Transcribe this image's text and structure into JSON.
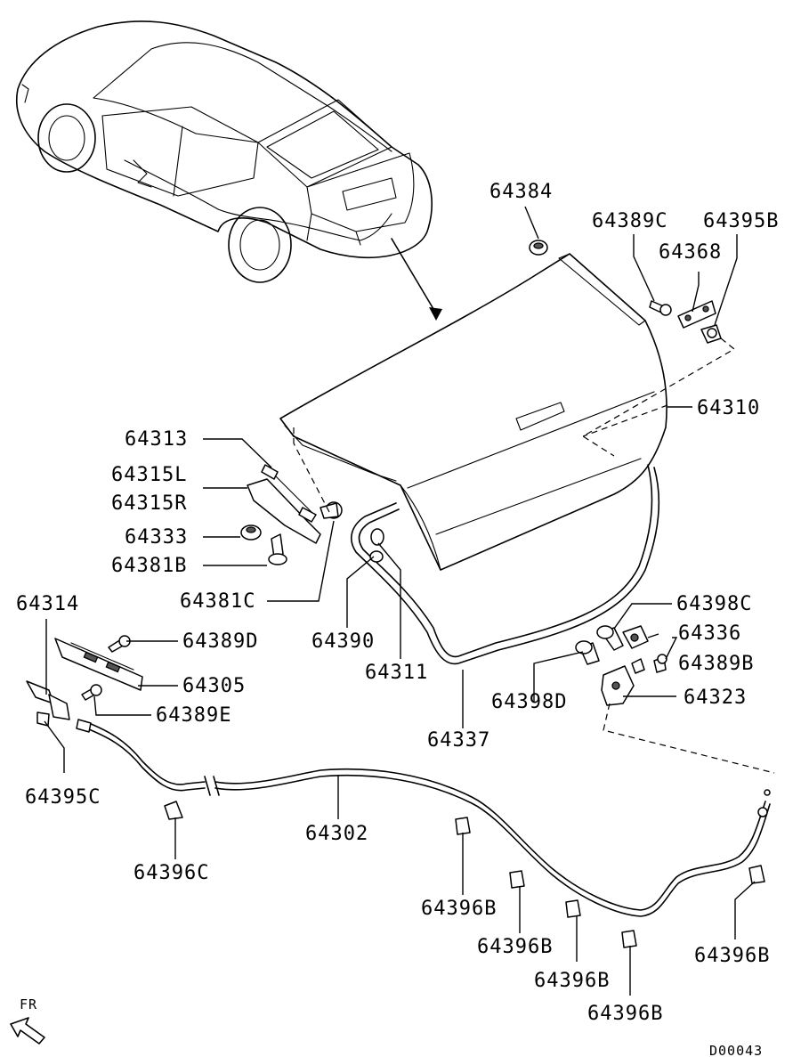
{
  "diagram_code": "D00043",
  "direction_marker": "FR",
  "parts": {
    "p64384": "64384",
    "p64389C": "64389C",
    "p64395B": "64395B",
    "p64368": "64368",
    "p64310": "64310",
    "p64313": "64313",
    "p64315L": "64315L",
    "p64315R": "64315R",
    "p64333": "64333",
    "p64381B": "64381B",
    "p64381C": "64381C",
    "p64314": "64314",
    "p64389D": "64389D",
    "p64305": "64305",
    "p64389E": "64389E",
    "p64395C": "64395C",
    "p64390": "64390",
    "p64311": "64311",
    "p64337": "64337",
    "p64398C": "64398C",
    "p64336": "64336",
    "p64389B": "64389B",
    "p64398D": "64398D",
    "p64323": "64323",
    "p64302": "64302",
    "p64396C": "64396C",
    "p64396B_1": "64396B",
    "p64396B_2": "64396B",
    "p64396B_3": "64396B",
    "p64396B_4": "64396B",
    "p64396B_5": "64396B"
  }
}
